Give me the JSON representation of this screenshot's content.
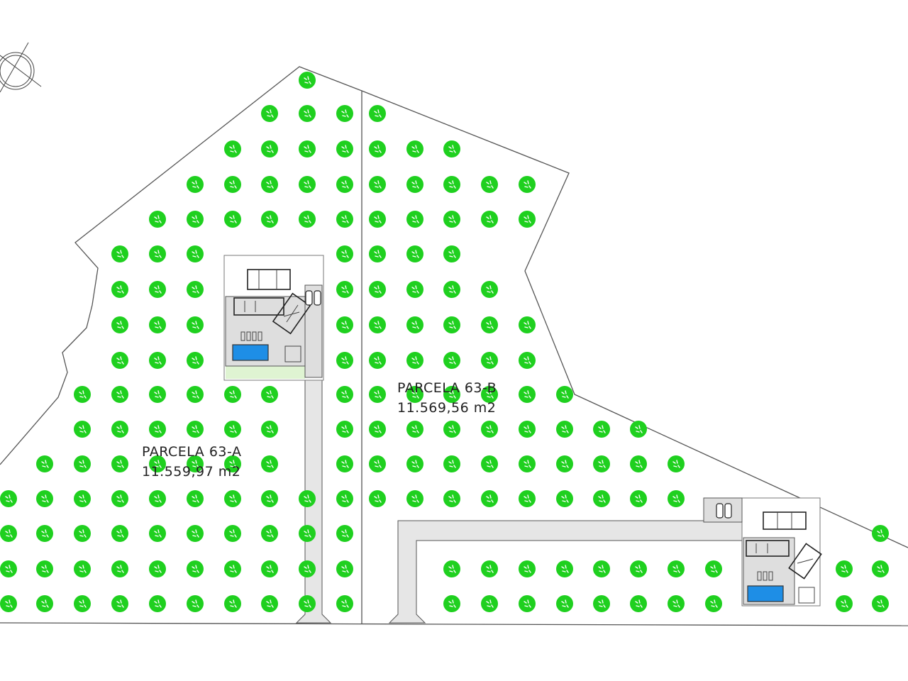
{
  "parcels": [
    {
      "name": "PARCELA 63-A",
      "area": "11.559,97 m2"
    },
    {
      "name": "PARCELA 63-B",
      "area": "11.569,56 m2"
    }
  ],
  "icons": {
    "north": "north-arrow-icon",
    "tree": "tree-icon",
    "car": "car-icon",
    "pool": "pool-icon"
  },
  "colors": {
    "trees": "#1fd01f",
    "pool": "#1e8ee6",
    "paving": "#e6e6e6",
    "lawn": "#dff4d2"
  }
}
